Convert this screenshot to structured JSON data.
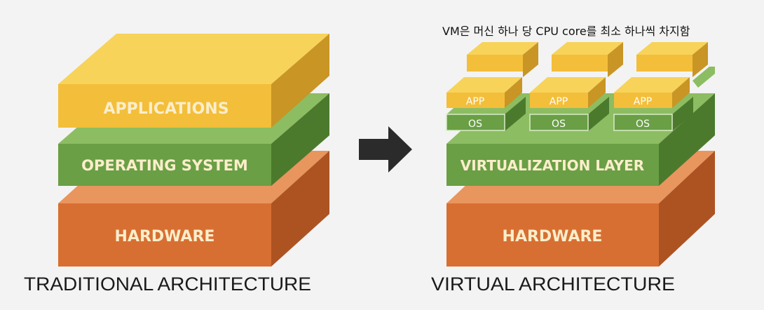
{
  "note": "VM은 머신 하나 당 CPU core를 최소 하나씩 차지함",
  "traditional": {
    "caption": "TRADITIONAL ARCHITECTURE",
    "layers": [
      "APPLICATIONS",
      "OPERATING SYSTEM",
      "HARDWARE"
    ]
  },
  "virtual": {
    "caption": "VIRTUAL ARCHITECTURE",
    "vm_app_label": "APP",
    "vm_os_label": "OS",
    "virtualization_label": "VIRTUALIZATION LAYER",
    "hardware_label": "HARDWARE"
  },
  "colors": {
    "app_front": "#f3be3a",
    "app_top": "#f7d35a",
    "app_side": "#c99524",
    "os_front": "#6a9f45",
    "os_top": "#8dbd62",
    "os_side": "#4c7a2d",
    "hw_front": "#d86f32",
    "hw_top": "#e9955e",
    "hw_side": "#ad5322",
    "arrow": "#2b2b2b"
  }
}
